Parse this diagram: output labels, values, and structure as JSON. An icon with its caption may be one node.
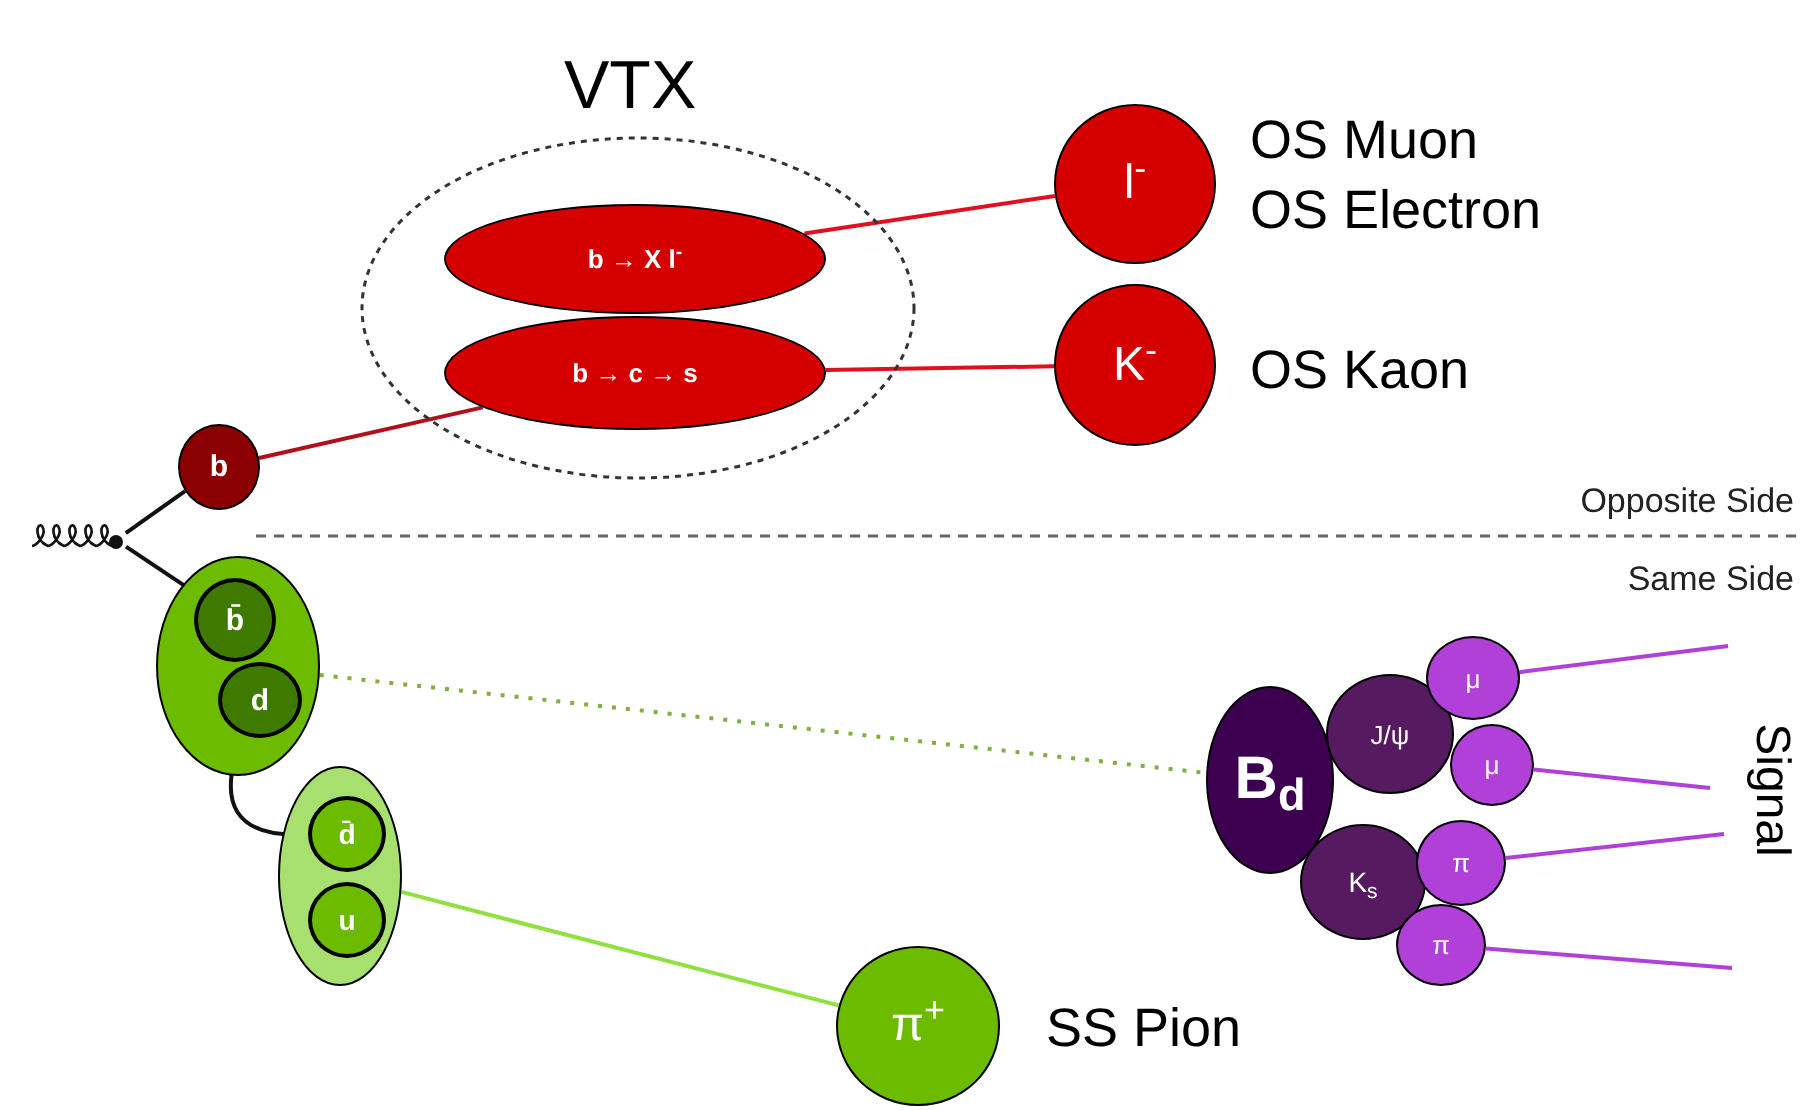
{
  "diagram": {
    "nodes": [
      {
        "text": [
          "VTX"
        ]
      },
      {
        "text": [
          "b → X l$^{-}$"
        ],
        "in": 0
      },
      {
        "text": [
          "b → c → s"
        ],
        "in": 0
      },
      {
        "text": [
          "l$^{-}$"
        ],
        "beside": [
          "OS Muon",
          "OS Electron"
        ]
      },
      {
        "text": [
          "K$^{-}$"
        ],
        "beside": [
          "OS Kaon"
        ]
      },
      {
        "text": [
          "b"
        ]
      },
      {
        "text": [],
        "shape": "picture"
      },
      {
        "text": [],
        "shape": "circle"
      },
      {
        "text": [
          "b̄"
        ],
        "in": 7
      },
      {
        "text": [
          "d"
        ],
        "in": 7
      },
      {
        "text": [],
        "shape": "circle"
      },
      {
        "text": [
          "d̄"
        ],
        "in": 10
      },
      {
        "text": [
          "u"
        ],
        "in": 10
      },
      {
        "text": [
          "π$^{+}$"
        ],
        "beside": [
          "SS Pion"
        ]
      },
      {
        "text": [
          "B$_{d}$"
        ]
      },
      {
        "text": [
          "J/ψ"
        ]
      },
      {
        "text": [
          "K$_{s}$"
        ]
      },
      {
        "text": [
          "μ"
        ]
      },
      {
        "text": [
          "μ"
        ]
      },
      {
        "text": [
          "π"
        ]
      },
      {
        "text": [
          "π"
        ]
      }
    ],
    "edges": [
      {
        "from": 6,
        "to": 5,
        "arrow": "none",
        "color": "#111111"
      },
      {
        "from": 6,
        "to": 8,
        "arrow": "none",
        "color": "#111111"
      },
      {
        "from": 5,
        "to": 2,
        "arrow": "none",
        "color": "#b0101a"
      },
      {
        "from": 1,
        "to": 3,
        "arrow": "none",
        "color": "#e01020"
      },
      {
        "from": 2,
        "to": 4,
        "arrow": "none",
        "color": "#e01020"
      },
      {
        "from": 9,
        "to": 11,
        "arrow": "none",
        "color": "#111111"
      },
      {
        "from": 7,
        "to": 14,
        "arrow": "none",
        "style": "dashed",
        "color": "#80b040"
      },
      {
        "from": 10,
        "to": 13,
        "arrow": "none",
        "color": "#90e040"
      },
      {
        "from": 17,
        "to": null,
        "arrow": "none",
        "color": "#b040d8"
      },
      {
        "from": 18,
        "to": null,
        "arrow": "none",
        "color": "#b040d8"
      },
      {
        "from": 19,
        "to": null,
        "arrow": "none",
        "color": "#b040d8"
      },
      {
        "from": 20,
        "to": null,
        "arrow": "none",
        "color": "#b040d8"
      }
    ],
    "labels": [
      "Opposite Side",
      "Same Side",
      "Signal"
    ]
  }
}
